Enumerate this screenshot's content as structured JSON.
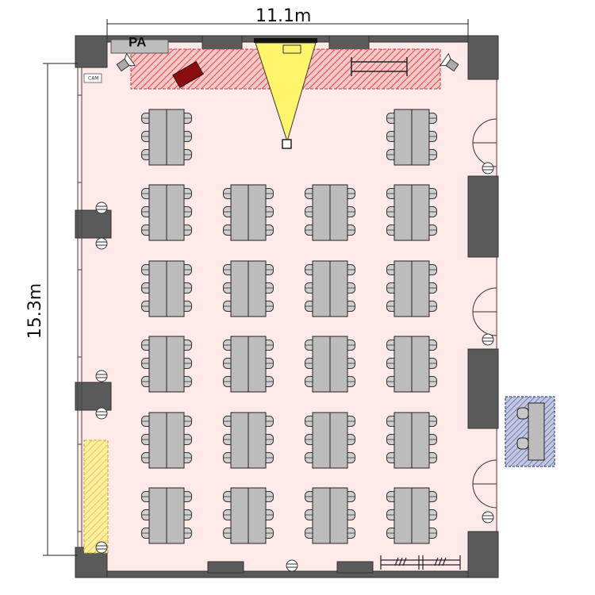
{
  "dimensions": {
    "width_label": "11.1m",
    "height_label": "15.3m"
  },
  "labels": {
    "pa": "PA",
    "camera": "CAM"
  },
  "colors": {
    "floor": "#ffe9e9",
    "wall": "#5a5a5a",
    "stage_hatch": "#e04a4a",
    "screen_beam": "#fff56a",
    "storage_hatch": "#f0d040",
    "table": "#bcbcbc",
    "chair": "#c8c8c8",
    "annex_fill": "#c3c8df",
    "annex_border": "#1e2a7a",
    "lectern": "#8b0e0e"
  },
  "layout_info": {
    "table_block_rows": 6,
    "table_block_cols": 4,
    "front_row_blocks": "first and last column only",
    "doors": 3,
    "pillars_left_wall": 2
  }
}
